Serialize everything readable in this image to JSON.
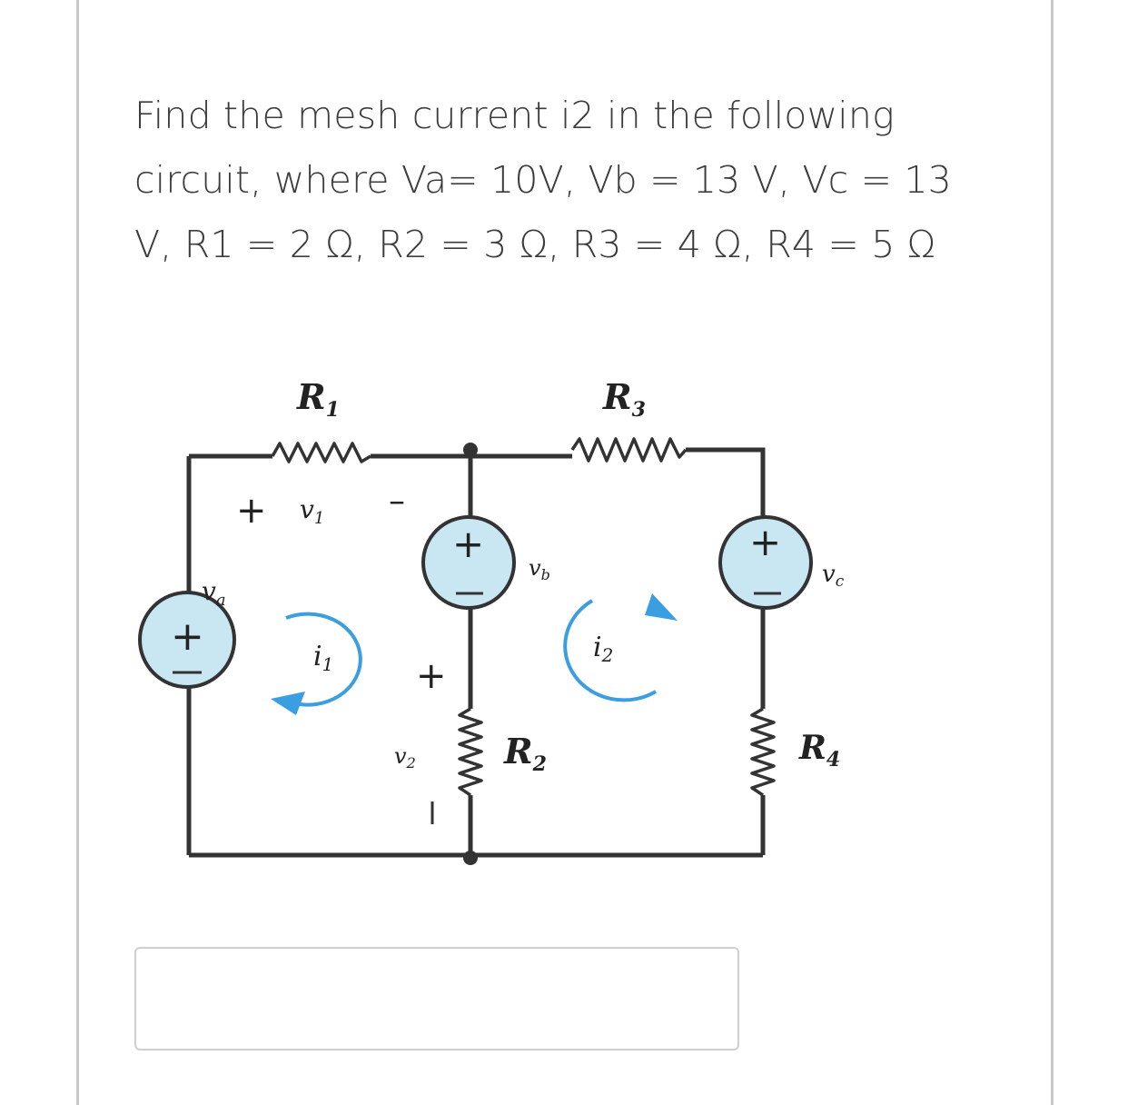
{
  "question": {
    "lines": [
      "Find the mesh current i2 in the following",
      "circuit,  where Va= 10V,  Vb = 13 V,  Vc = 13",
      "V, R1 = 2 Ω,  R2 = 3 Ω,  R3 = 4 Ω, R4 = 5 Ω"
    ]
  },
  "circuit": {
    "R1": "R",
    "R1_sub": "1",
    "R2": "R",
    "R2_sub": "2",
    "R3": "R",
    "R3_sub": "3",
    "R4": "R",
    "R4_sub": "4",
    "v1": "v",
    "v1_sub": "1",
    "v2": "v",
    "v2_sub": "2",
    "va": "v",
    "va_sub": "a",
    "vb": "v",
    "vb_sub": "b",
    "vc": "v",
    "vc_sub": "c",
    "i1": "i",
    "i1_sub": "1",
    "i2": "i",
    "i2_sub": "2",
    "plus": "+",
    "minus": "–"
  },
  "answer": {
    "value": ""
  },
  "colors": {
    "source_fill": "#c9e6f3",
    "mesh_arrow": "#3a9ee0"
  }
}
